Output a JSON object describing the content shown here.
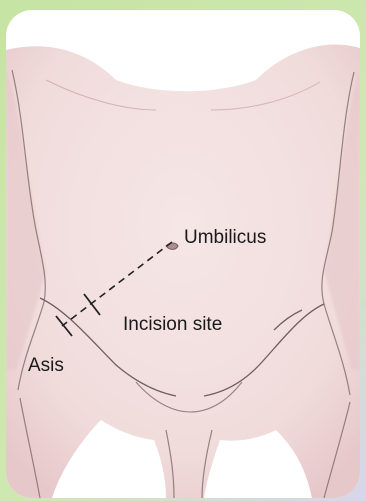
{
  "labels": {
    "umbilicus": "Umbilicus",
    "incision_site": "Incision site",
    "asis": "Asis"
  },
  "colors": {
    "skin": "#f4dede",
    "skin_shade": "#e8c9cb",
    "outline": "#6e5f5f",
    "dashed_line": "#222222",
    "frame_green": "#c6e4a3"
  }
}
